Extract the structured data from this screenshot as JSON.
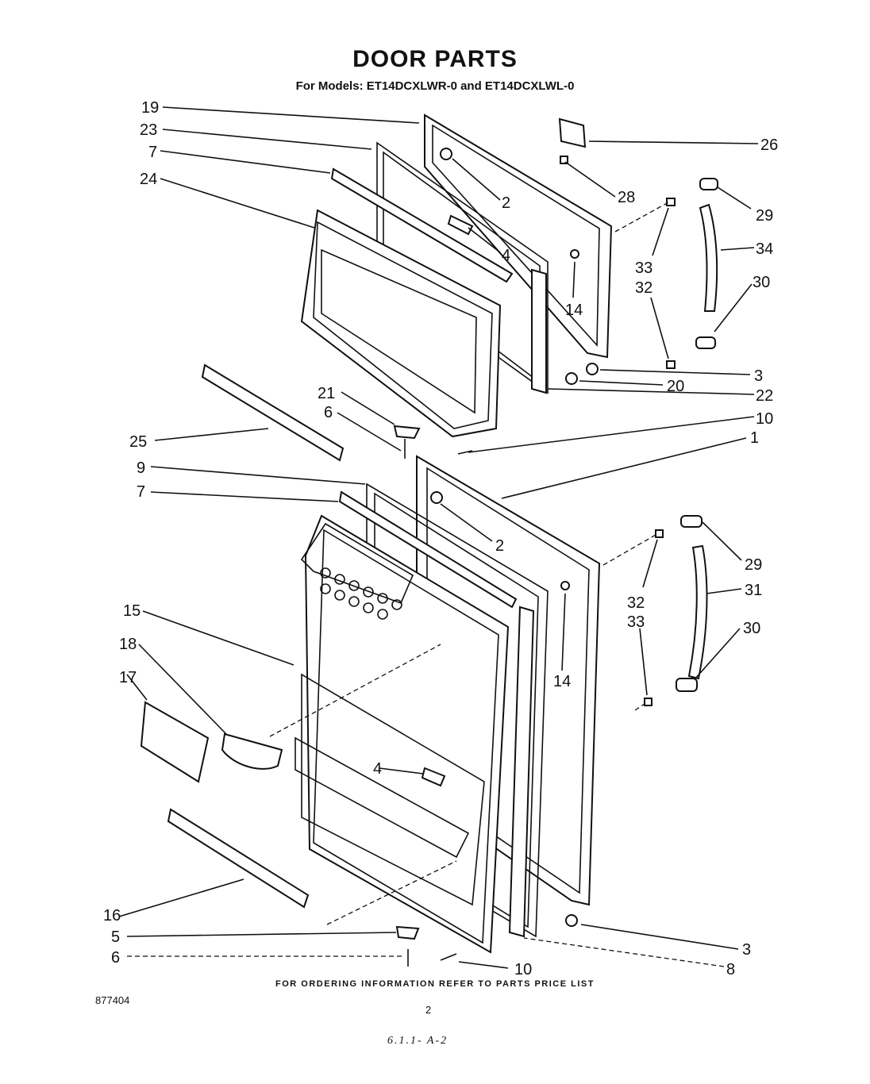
{
  "header": {
    "title": "DOOR PARTS",
    "subtitle": "For Models: ET14DCXLWR-0 and ET14DCXLWL-0"
  },
  "footer": {
    "ordering_note": "FOR ORDERING INFORMATION REFER TO PARTS PRICE LIST",
    "document_number": "877404",
    "page_number": "2",
    "handwritten_note": "6.1.1- A-2"
  },
  "callouts": {
    "c19": "19",
    "c23": "23",
    "c7a": "7",
    "c24": "24",
    "c26": "26",
    "c2a": "2",
    "c28": "28",
    "c29a": "29",
    "c4a": "4",
    "c34": "34",
    "c33a": "33",
    "c32a": "32",
    "c30a": "30",
    "c14a": "14",
    "c3a": "3",
    "c20": "20",
    "c22": "22",
    "c21": "21",
    "c6a": "6",
    "c10a": "10",
    "c25": "25",
    "c1": "1",
    "c9": "9",
    "c7b": "7",
    "c2b": "2",
    "c29b": "29",
    "c31": "31",
    "c32b": "32",
    "c33b": "33",
    "c15": "15",
    "c30b": "30",
    "c18": "18",
    "c14b": "14",
    "c17": "17",
    "c4b": "4",
    "c16": "16",
    "c5": "5",
    "c3b": "3",
    "c6b": "6",
    "c10b": "10",
    "c8": "8"
  }
}
